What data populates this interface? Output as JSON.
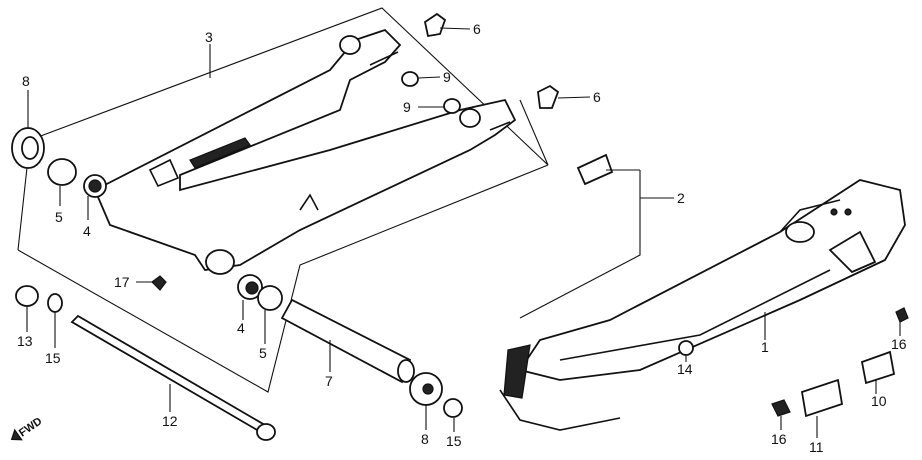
{
  "callouts": [
    {
      "id": "c3",
      "text": "3"
    },
    {
      "id": "c6a",
      "text": "6"
    },
    {
      "id": "c6b",
      "text": "6"
    },
    {
      "id": "c9a",
      "text": "9"
    },
    {
      "id": "c9b",
      "text": "9"
    },
    {
      "id": "c8a",
      "text": "8"
    },
    {
      "id": "c5a",
      "text": "5"
    },
    {
      "id": "c4a",
      "text": "4"
    },
    {
      "id": "c2",
      "text": "2"
    },
    {
      "id": "c17",
      "text": "17"
    },
    {
      "id": "c13",
      "text": "13"
    },
    {
      "id": "c15a",
      "text": "15"
    },
    {
      "id": "c4b",
      "text": "4"
    },
    {
      "id": "c5b",
      "text": "5"
    },
    {
      "id": "c7",
      "text": "7"
    },
    {
      "id": "c12",
      "text": "12"
    },
    {
      "id": "c8b",
      "text": "8"
    },
    {
      "id": "c15b",
      "text": "15"
    },
    {
      "id": "c14",
      "text": "14"
    },
    {
      "id": "c1",
      "text": "1"
    },
    {
      "id": "c16a",
      "text": "16"
    },
    {
      "id": "c10",
      "text": "10"
    },
    {
      "id": "c16b",
      "text": "16"
    },
    {
      "id": "c11",
      "text": "11"
    }
  ],
  "fwd_marker": "FWD"
}
